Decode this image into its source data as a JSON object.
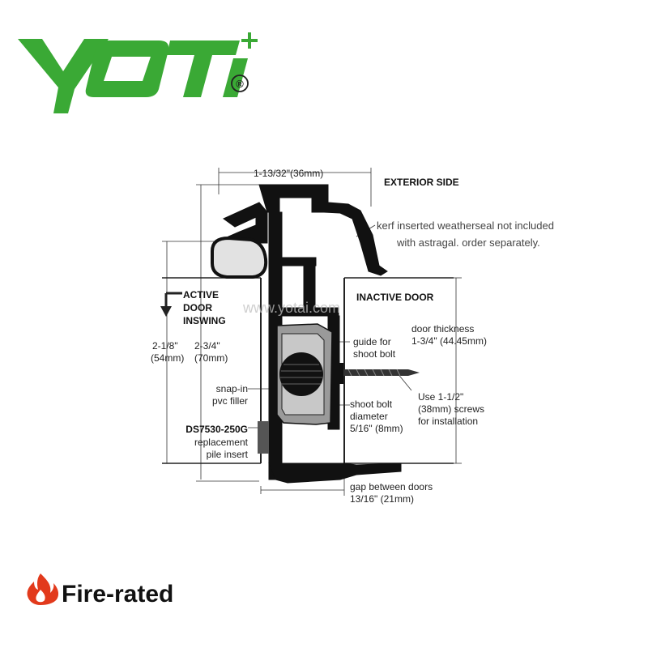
{
  "brand": {
    "logo_text": "YOTI",
    "registered": "®",
    "color": "#3aa935"
  },
  "watermark": "www.yotai.com",
  "labels": {
    "width_dim": "1-13/32\"(36mm)",
    "exterior_side": "EXTERIOR SIDE",
    "weatherseal_1": "kerf inserted weatherseal not included",
    "weatherseal_2": "with astragal. order separately.",
    "active_door_1": "ACTIVE",
    "active_door_2": "DOOR",
    "active_door_3": "INSWING",
    "inactive_door": "INACTIVE DOOR",
    "dim_218_a": "2-1/8\"",
    "dim_218_b": "(54mm)",
    "dim_234_a": "2-3/4\"",
    "dim_234_b": "(70mm)",
    "guide_1": "guide for",
    "guide_2": "shoot bolt",
    "door_thickness_1": "door thickness",
    "door_thickness_2": "1-3/4\" (44.45mm)",
    "snapin_1": "snap-in",
    "snapin_2": "pvc filler",
    "bolt_1": "shoot bolt",
    "bolt_2": "diameter",
    "bolt_3": "5/16\" (8mm)",
    "screws_1": "Use 1-1/2\"",
    "screws_2": "(38mm) screws",
    "screws_3": "for installation",
    "part_number": "DS7530-250G",
    "pile_1": "replacement",
    "pile_2": "pile insert",
    "gap_1": "gap between doors",
    "gap_2": "13/16\" (21mm)"
  },
  "badge": {
    "text": "Fire-rated",
    "icon": "flame-icon",
    "icon_color": "#e23a1c"
  }
}
